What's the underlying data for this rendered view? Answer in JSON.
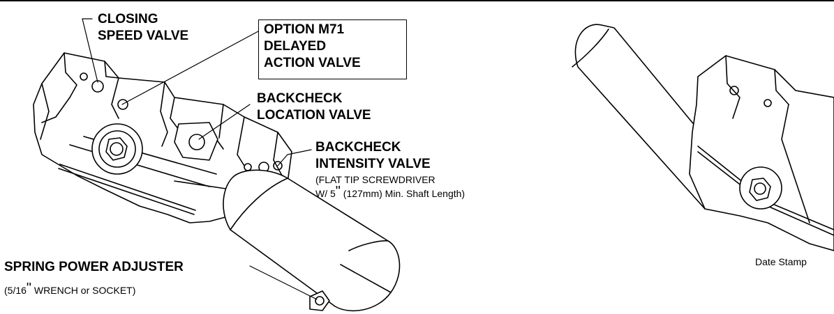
{
  "labels": {
    "closing_speed": [
      "CLOSING",
      "SPEED VALVE"
    ],
    "option_m71": [
      "OPTION M71",
      "DELAYED",
      "ACTION VALVE"
    ],
    "backcheck_location": [
      "BACKCHECK",
      "LOCATION VALVE"
    ],
    "backcheck_intensity": [
      "BACKCHECK",
      "INTENSITY VALVE"
    ],
    "intensity_note_1": "(FLAT TIP SCREWDRIVER",
    "intensity_note_2a": "W/ 5",
    "intensity_note_2b": "(127mm) Min. Shaft Length)",
    "spring_power": "SPRING POWER ADJUSTER",
    "spring_note_a": "(5/16",
    "spring_note_b": "WRENCH or SOCKET)",
    "inch_mark": "\"",
    "date_stamp": "Date Stamp"
  }
}
